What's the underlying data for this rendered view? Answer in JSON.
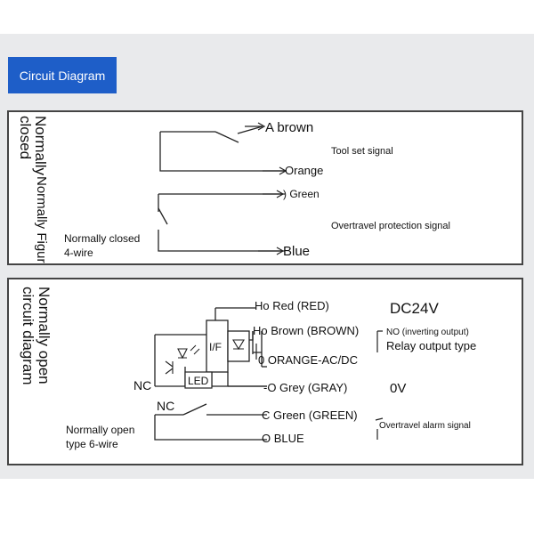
{
  "header": {
    "title": "Circuit Diagram"
  },
  "panel1": {
    "side_label_1": "Normally",
    "side_label_2": "closed",
    "side_label_3": "Normally Figure",
    "wire_a": "A brown",
    "wire_orange": "Orange",
    "wire_green": ") Green",
    "wire_blue": "Blue",
    "signal_tool": "Tool set signal",
    "signal_overtravel": "Overtravel protection signal",
    "type_line1": "Normally closed",
    "type_line2": "4-wire"
  },
  "panel2": {
    "side_label_1": "Normally open",
    "side_label_2": "circuit diagram",
    "wire_red": "Ho Red (RED)",
    "wire_brown": "Ho Brown (BROWN)",
    "wire_orange": "0 ORANGE-AC/DC",
    "wire_grey": "-O Grey (GRAY)",
    "wire_green": "C Green (GREEN)",
    "wire_blue": "O BLUE",
    "dc_label": "DC24V",
    "zero_v": "0V",
    "no_label": "NO (inverting output)",
    "relay_label": "Relay output type",
    "overtravel_alarm": "Overtravel alarm signal",
    "nc_label_1": "NC",
    "nc_label_2": "NC",
    "led_label": "LED",
    "if_label": "I/F",
    "type_line1": "Normally open",
    "type_line2": "type 6-wire"
  },
  "colors": {
    "accent": "#1e5ec8",
    "panel_border": "#444444",
    "background": "#e9eaec"
  }
}
